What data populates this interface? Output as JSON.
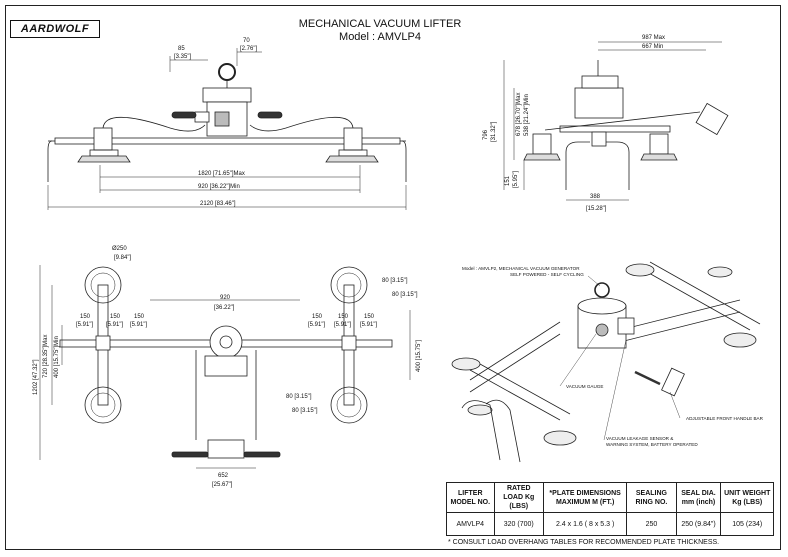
{
  "brand": "AARDWOLF",
  "title": {
    "line1": "MECHANICAL VACUUM LIFTER",
    "line2": "Model : AMVLP4"
  },
  "front_view": {
    "dims": {
      "d85": "85",
      "d85_in": "[3.35\"]",
      "d70": "70",
      "d70_in": "[2.76\"]",
      "max_width": "1820 [71.65\"]Max",
      "min_width": "920 [36.22\"]Min",
      "overall": "2120 [83.46\"]"
    }
  },
  "side_view": {
    "dims": {
      "reach_max": "987 Max",
      "reach_min": "667 Min",
      "height": "796",
      "height_in": "[31.32\"]",
      "h678": "678 [26.70\"]Max",
      "h538": "538 [21.24\"]Min",
      "d151": "151",
      "d151_in": "[5.95\"]",
      "d388": "388",
      "d388_in": "[15.28\"]"
    }
  },
  "plan_view": {
    "dims": {
      "pad_dia": "Ø250",
      "pad_dia_in": "[9.84\"]",
      "d920": "920",
      "d920_in": "[36.22\"]",
      "d150": "150",
      "d150_in": "[5.91\"]",
      "d80": "80 [3.15\"]",
      "overall_h": "1202 [47.32\"]",
      "h720": "720 [28.35\"]Max",
      "h400min": "400 [15.75\"]Min",
      "h400": "400 [15.75\"]",
      "d652": "652",
      "d652_in": "[25.67\"]"
    }
  },
  "iso_view": {
    "callouts": {
      "generator_1": "Model : AMVLP2, MECHANICAL VACUUM GENERATOR",
      "generator_2": "SELF POWERED - SELF CYCLING",
      "gauge": "VACUUM GAUGE",
      "handle": "ADJUSTABLE FRONT HANDLE BAR",
      "sensor_1": "VACUUM LEAKAGE SENSOR &",
      "sensor_2": "WARNING SYSTEM, BATTERY OPERATED"
    }
  },
  "spec_table": {
    "headers": [
      "LIFTER MODEL NO.",
      "RATED LOAD Kg (LBS)",
      "*PLATE DIMENSIONS MAXIMUM M (FT.)",
      "SEALING RING NO.",
      "SEAL DIA. mm (inch)",
      "UNIT WEIGHT Kg (LBS)"
    ],
    "rows": [
      [
        "AMVLP4",
        "320 (700)",
        "2.4 x 1.6 ( 8 x 5.3 )",
        "250",
        "250 (9.84\")",
        "105 (234)"
      ]
    ]
  },
  "footnote": "* CONSULT LOAD OVERHANG TABLES FOR RECOMMENDED PLATE THICKNESS."
}
